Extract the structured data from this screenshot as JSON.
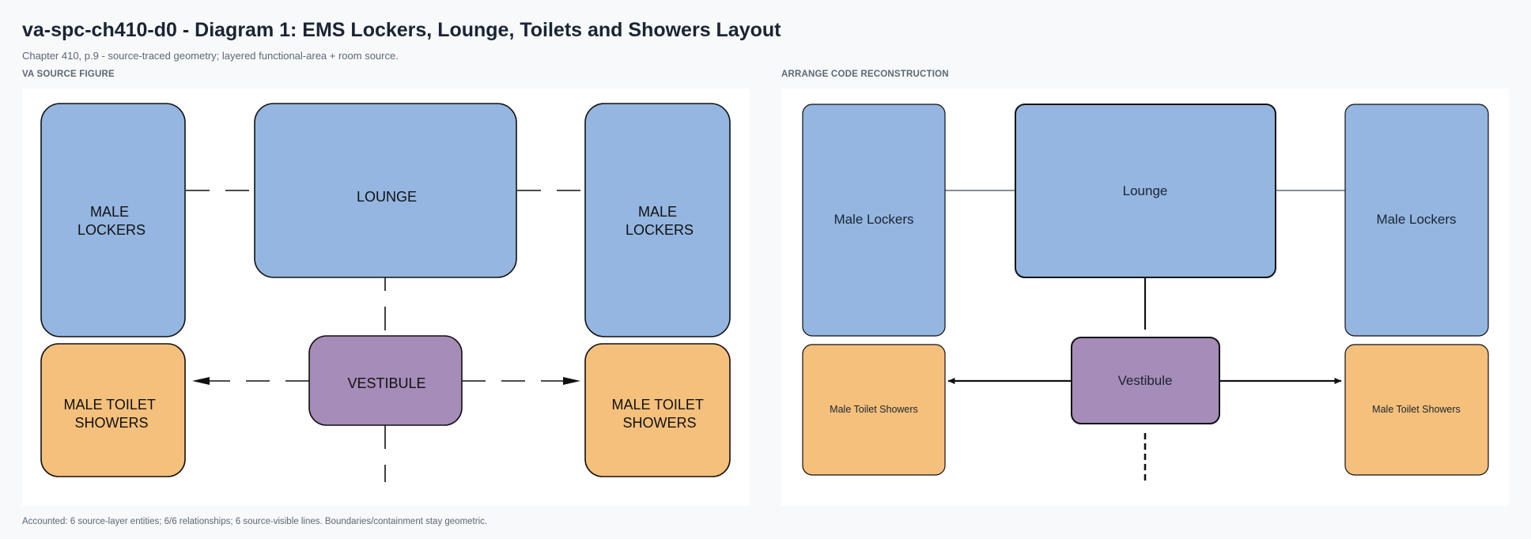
{
  "header": {
    "title": "va-spc-ch410-d0 - Diagram 1: EMS Lockers, Lounge, Toilets and Showers Layout",
    "subtitle": "Chapter 410, p.9 - source-traced geometry; layered functional-area + room source."
  },
  "left_panel": {
    "label": "VA SOURCE FIGURE",
    "rooms": {
      "lockers_left": [
        "MALE",
        "LOCKERS"
      ],
      "lounge": [
        "LOUNGE"
      ],
      "lockers_right": [
        "MALE",
        "LOCKERS"
      ],
      "toilet_left": [
        "MALE TOILET",
        "SHOWERS"
      ],
      "vestibule": [
        "VESTIBULE"
      ],
      "toilet_right": [
        "MALE TOILET",
        "SHOWERS"
      ]
    }
  },
  "right_panel": {
    "label": "ARRANGE CODE RECONSTRUCTION",
    "rooms": {
      "lockers_left": "Male Lockers",
      "lounge": "Lounge",
      "lockers_right": "Male Lockers",
      "toilet_left": "Male Toilet Showers",
      "vestibule": "Vestibule",
      "toilet_right": "Male Toilet Showers"
    }
  },
  "colors": {
    "lockers_lounge": "#94b6e0",
    "toilets": "#f4c07c",
    "vestibule": "#a68cb8",
    "stroke": "#111111",
    "connector": "#5b6b7a"
  },
  "footer": "Accounted: 6 source-layer entities; 6/6 relationships; 6 source-visible lines. Boundaries/containment stay geometric."
}
